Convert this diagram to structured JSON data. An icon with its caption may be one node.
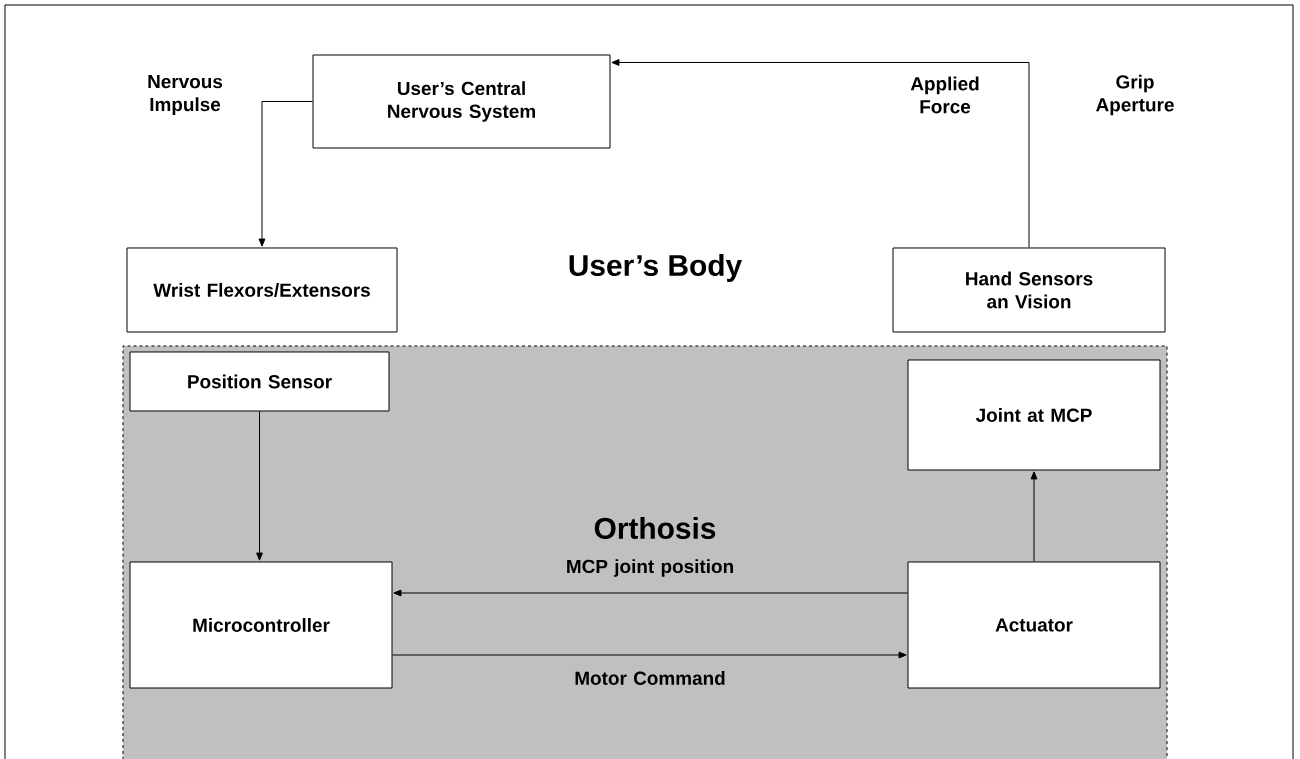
{
  "diagram": {
    "nodes": [
      {
        "text": [
          "User’s Body"
        ]
      },
      {
        "text": [
          "User’s Central Nervous System"
        ],
        "in": 0
      },
      {
        "text": [
          "Wrist Flexors/Extensors"
        ],
        "in": 0
      },
      {
        "text": [
          "Hand Sensors an Vision"
        ],
        "in": 0
      },
      {
        "text": [
          "Orthosis"
        ],
        "in": 0
      },
      {
        "text": [
          "Position Sensor"
        ],
        "in": 4
      },
      {
        "text": [
          "Joint at MCP"
        ],
        "in": 4
      },
      {
        "text": [
          "Microcontroller"
        ],
        "in": 4
      },
      {
        "text": [
          "Actuator"
        ],
        "in": 4
      }
    ],
    "edges": [
      {
        "from": 1,
        "to": 2,
        "arrow": "to",
        "label": "Nervous Impulse"
      },
      {
        "from": 3,
        "to": 1,
        "arrow": "to",
        "label": "Applied Force"
      },
      {
        "from": 5,
        "to": 7,
        "arrow": "to"
      },
      {
        "from": 8,
        "to": 6,
        "arrow": "to"
      },
      {
        "from": 8,
        "to": 7,
        "arrow": "to",
        "label": "MCP joint position"
      },
      {
        "from": 7,
        "to": 8,
        "arrow": "to",
        "label": "Motor Command"
      }
    ],
    "labels": [
      "Grip Aperture"
    ]
  }
}
